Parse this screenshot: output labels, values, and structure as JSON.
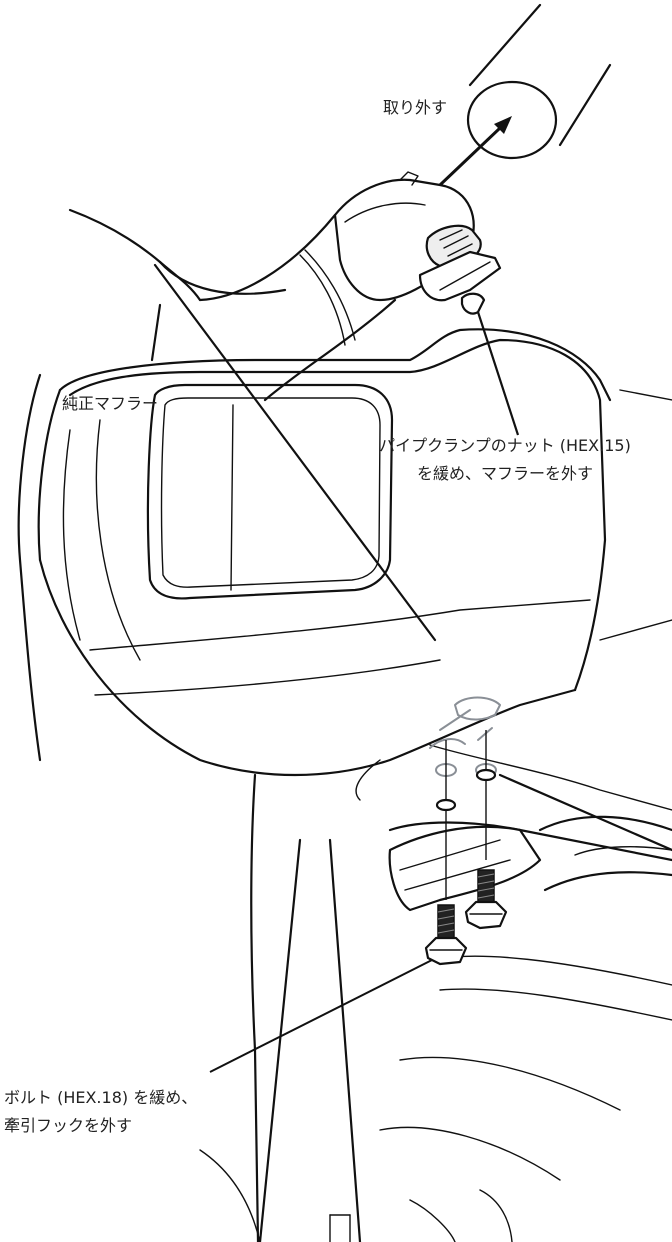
{
  "labels": {
    "remove": "取り外す",
    "stock_muffler": "純正マフラー",
    "clamp_nut_line1": "パイプクランプのナット (HEX.15)",
    "clamp_nut_line2": "を緩め、マフラーを外す",
    "bolt_line1": "ボルト (HEX.18) を緩め、",
    "bolt_line2": "牽引フックを外す"
  },
  "colors": {
    "line": "#111111",
    "hidden_part": "#8a8f96",
    "background": "#ffffff"
  }
}
